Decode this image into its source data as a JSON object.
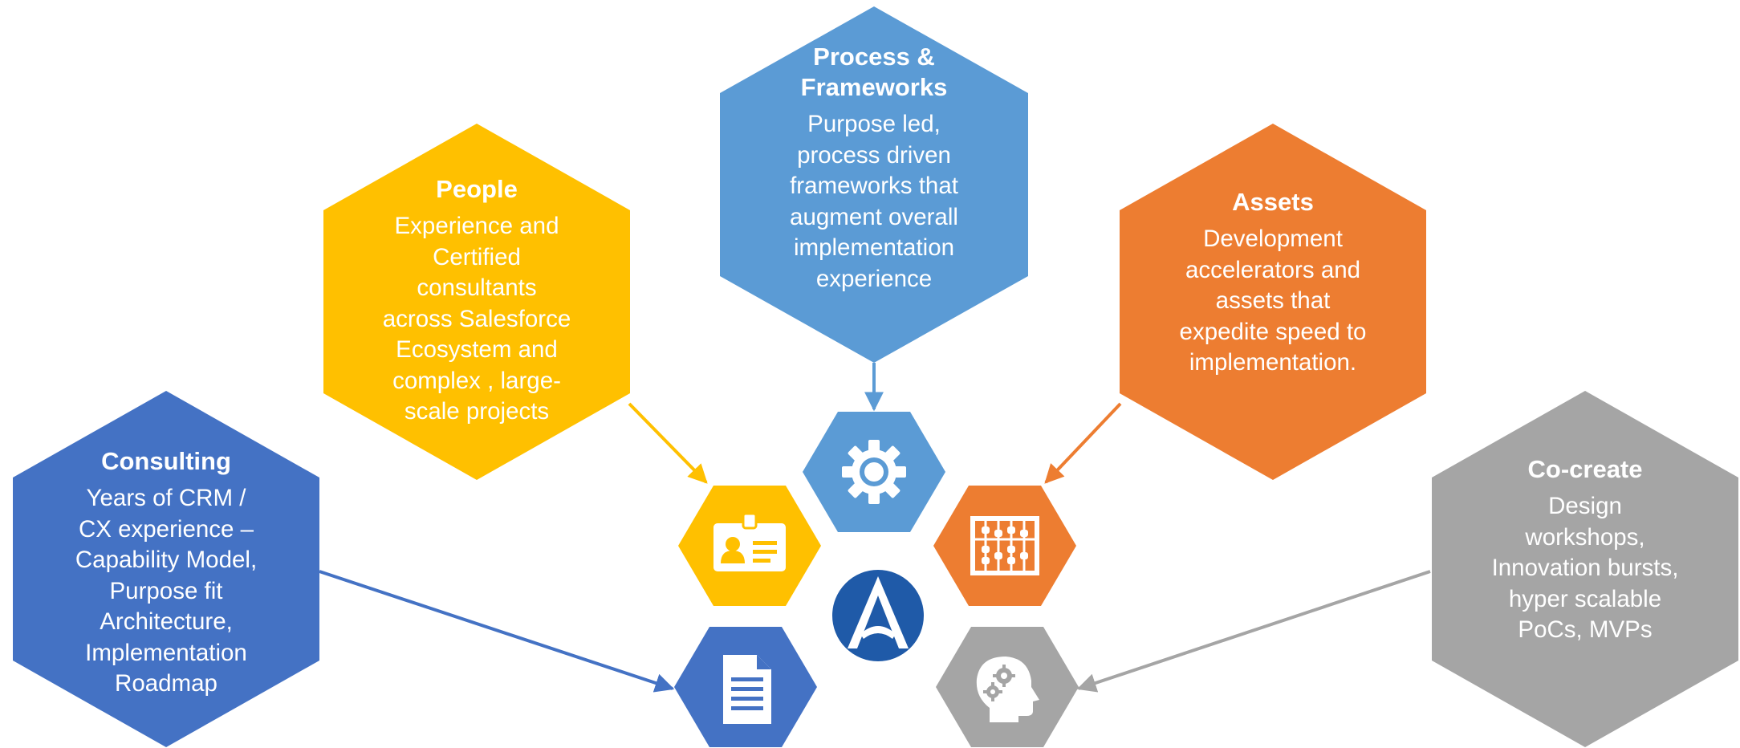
{
  "colors": {
    "consulting": "#4472C4",
    "people": "#FFC000",
    "process": "#5B9BD5",
    "assets": "#ED7D31",
    "cocreate": "#A5A5A5",
    "logo": "#1F5AA8"
  },
  "pillars": {
    "consulting": {
      "title": "Consulting",
      "body": [
        "Years of CRM /",
        "CX experience –",
        "Capability Model,",
        "Purpose fit",
        "Architecture,",
        "Implementation",
        "Roadmap"
      ],
      "icon": "document-icon"
    },
    "people": {
      "title": "People",
      "body": [
        "Experience and",
        "Certified",
        "consultants",
        "across Salesforce",
        "Ecosystem and",
        "complex , large-",
        "scale projects"
      ],
      "icon": "id-badge-icon"
    },
    "process": {
      "title": [
        "Process &",
        "Frameworks"
      ],
      "body": [
        "Purpose led,",
        "process driven",
        "frameworks that",
        "augment overall",
        "implementation",
        "experience"
      ],
      "icon": "gear-icon"
    },
    "assets": {
      "title": "Assets",
      "body": [
        "Development",
        "accelerators and",
        "assets that",
        "expedite speed to",
        "implementation."
      ],
      "icon": "abacus-icon"
    },
    "cocreate": {
      "title": "Co-create",
      "body": [
        "Design",
        "workshops,",
        "Innovation bursts,",
        "hyper scalable",
        "PoCs, MVPs"
      ],
      "icon": "head-gears-icon"
    }
  },
  "center": {
    "logo": "a-logo-icon"
  }
}
